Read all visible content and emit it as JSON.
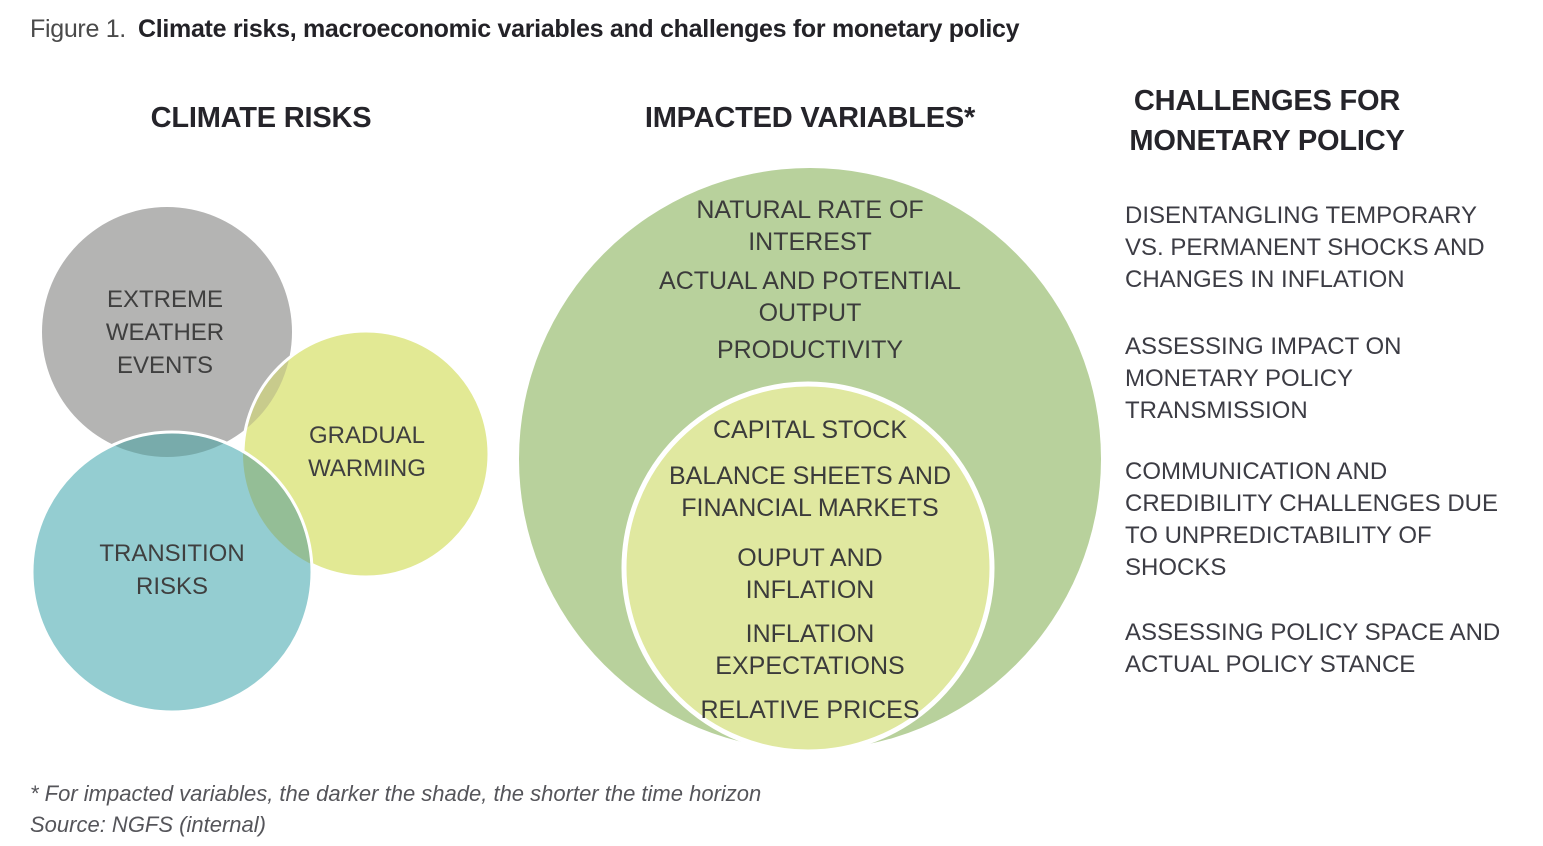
{
  "figure": {
    "label": "Figure 1.",
    "title": "Climate risks, macroeconomic variables and challenges for monetary policy"
  },
  "columns": {
    "climate": {
      "header": "CLIMATE RISKS"
    },
    "impacted": {
      "header": "IMPACTED VARIABLES*"
    },
    "challenges": {
      "header_lines": [
        "CHALLENGES FOR",
        "MONETARY POLICY"
      ]
    }
  },
  "climate": {
    "extreme_weather": {
      "label_lines": [
        "EXTREME",
        "WEATHER",
        "EVENTS"
      ]
    },
    "gradual_warming": {
      "label_lines": [
        "GRADUAL",
        "WARMING"
      ]
    },
    "transition_risks": {
      "label_lines": [
        "TRANSITION",
        "RISKS"
      ]
    }
  },
  "impacted": {
    "outer_items": [
      {
        "lines": [
          "NATURAL RATE OF",
          "INTEREST"
        ]
      },
      {
        "lines": [
          "ACTUAL AND POTENTIAL",
          "OUTPUT"
        ]
      },
      {
        "lines": [
          "PRODUCTIVITY"
        ]
      }
    ],
    "inner_items": [
      {
        "lines": [
          "CAPITAL STOCK"
        ]
      },
      {
        "lines": [
          "BALANCE SHEETS AND",
          "FINANCIAL MARKETS"
        ]
      },
      {
        "lines": [
          "OUPUT AND",
          "INFLATION"
        ]
      },
      {
        "lines": [
          "INFLATION",
          "EXPECTATIONS"
        ]
      },
      {
        "lines": [
          "RELATIVE PRICES"
        ]
      }
    ]
  },
  "challenges": {
    "items": [
      {
        "lines": [
          "DISENTANGLING TEMPORARY",
          "VS. PERMANENT SHOCKS AND",
          "CHANGES IN INFLATION"
        ]
      },
      {
        "lines": [
          "ASSESSING IMPACT ON",
          "MONETARY POLICY",
          "TRANSMISSION"
        ]
      },
      {
        "lines": [
          "COMMUNICATION AND",
          "CREDIBILITY CHALLENGES DUE",
          "TO UNPREDICTABILITY OF",
          "SHOCKS"
        ]
      },
      {
        "lines": [
          "ASSESSING POLICY SPACE AND",
          "ACTUAL POLICY STANCE"
        ]
      }
    ]
  },
  "footnotes": {
    "note": "* For impacted variables, the darker the shade, the shorter the time horizon",
    "source": "Source: NGFS (internal)"
  },
  "colors": {
    "gray_circle": "#b4b4b3",
    "warming_circle": "#e2e994",
    "transition_circle": "#94cdd1",
    "overlap_warming_gray": "#c8cb8c",
    "overlap_transition_gray": "#78abab",
    "overlap_transition_warming": "#94be96",
    "outer_circle_green": "#b8d19c",
    "inner_circle_yellow": "#e0e8a0",
    "circle_outline": "#ffffff"
  }
}
